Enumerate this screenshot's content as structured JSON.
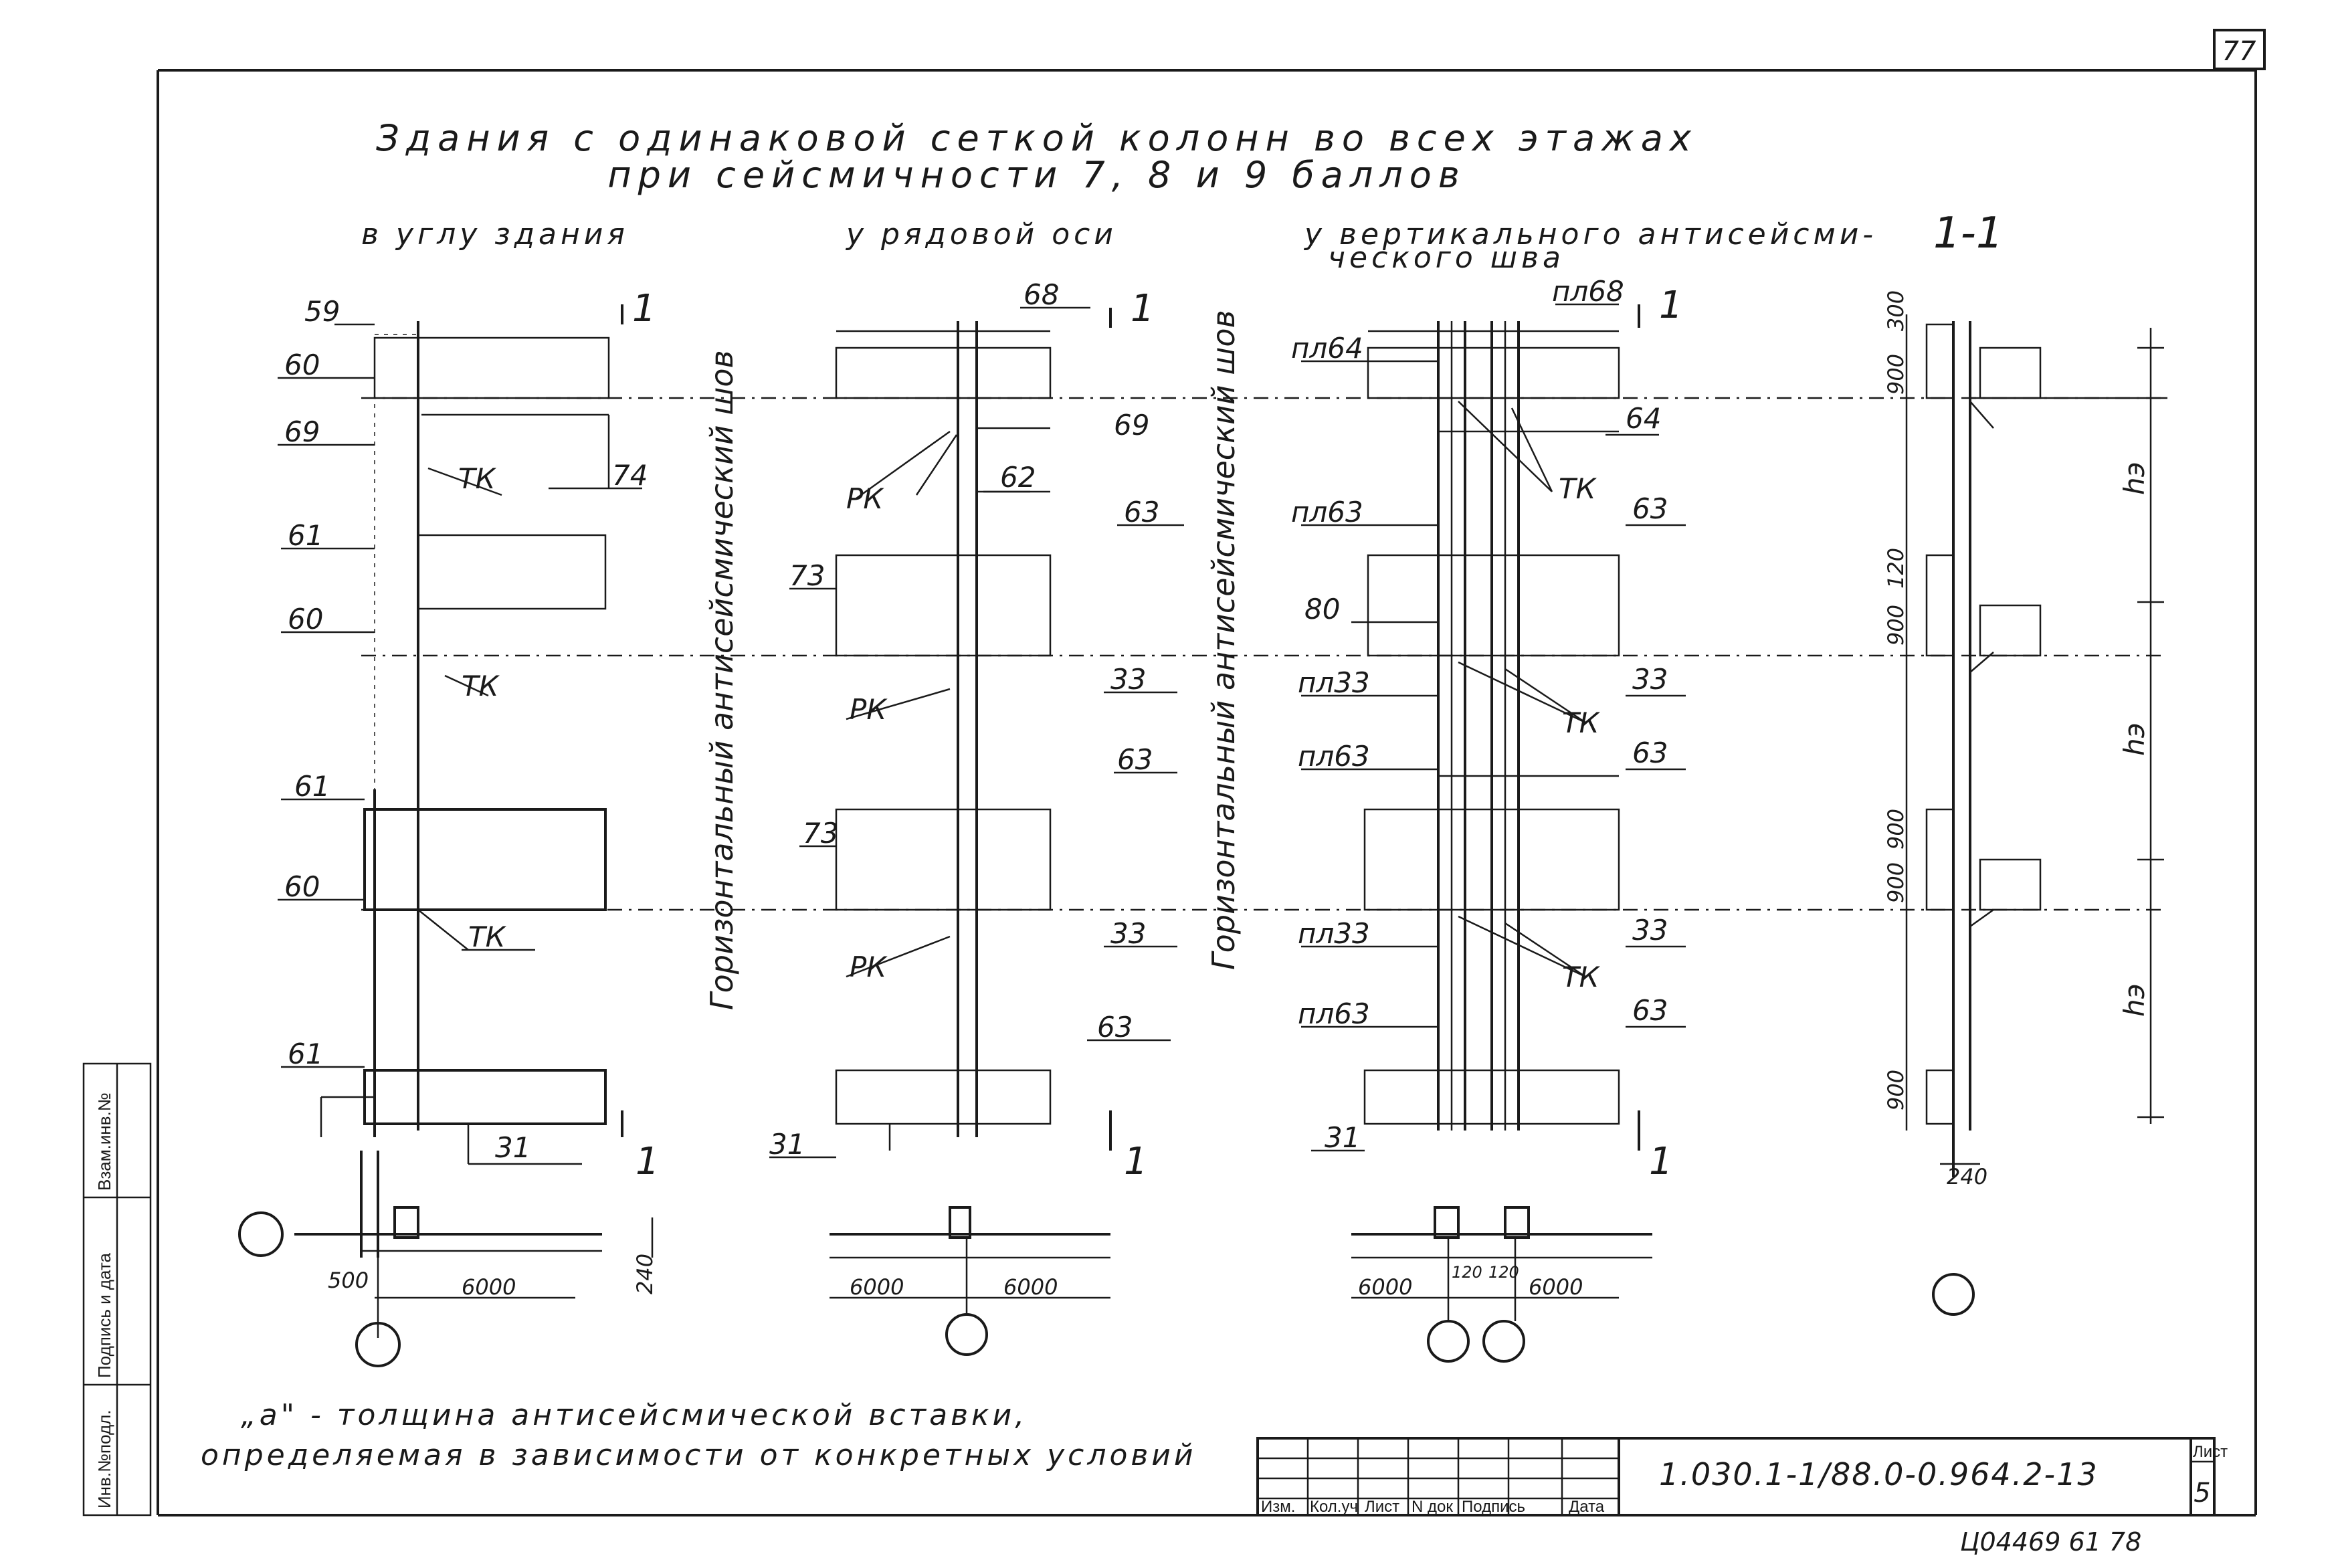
{
  "sheet": {
    "page_number": "77",
    "title_line1": "Здания с одинаковой сеткой колонн во всех этажах",
    "title_line2": "при сейсмичности 7, 8 и 9 баллов",
    "note_line1": "„а\" - толщина антисейсмической вставки,",
    "note_line2": "определяемая в зависимости от конкретных условий",
    "bottom_stamp": "Ц04469 61 78"
  },
  "sections": {
    "corner": {
      "heading": "в углу здания"
    },
    "row": {
      "heading": "у рядовой оси"
    },
    "joint": {
      "heading_line1": "у вертикального антисейсми-",
      "heading_line2": "ческого шва"
    },
    "cut": {
      "heading": "1-1"
    }
  },
  "vertical_notes": {
    "left": "Горизонтальный антисейсмический шов",
    "right": "Горизонтальный антисейсмический шов"
  },
  "corner_labels": {
    "l59": "59",
    "l60a": "60",
    "l69": "69",
    "tk1": "ТК",
    "l74": "74",
    "l61a": "61",
    "l60b": "60",
    "tk2": "ТК",
    "l61b": "61",
    "l60c": "60",
    "tk3": "ТК",
    "l61c": "61",
    "l31": "31",
    "sec_top": "1",
    "sec_bot": "1",
    "d500": "500",
    "d6000": "6000",
    "d240": "240"
  },
  "row_labels": {
    "l68": "68",
    "sec_top": "1",
    "l69": "69",
    "rk1": "РК",
    "l62": "62",
    "l63a": "63",
    "l73a": "73",
    "rk2": "РК",
    "l33a": "33",
    "l63b": "63",
    "l73b": "73",
    "rk3": "РК",
    "l33b": "33",
    "l63c": "63",
    "l31": "31",
    "sec_bot": "1",
    "d6000a": "6000",
    "d6000b": "6000"
  },
  "joint_labels": {
    "pl68": "пл68",
    "sec_top": "1",
    "pl64": "пл64",
    "l64": "64",
    "tk1": "ТК",
    "pl63a": "пл63",
    "l63a": "63",
    "l80": "80",
    "pl33a": "пл33",
    "l33a": "33",
    "tk2": "ТК",
    "pl63b": "пл63",
    "l63b": "63",
    "pl33b": "пл33",
    "l33b": "33",
    "tk3": "ТК",
    "pl63c": "пл63",
    "l63c": "63",
    "l31": "31",
    "sec_bot": "1",
    "d6000a": "6000",
    "d6000b": "6000",
    "d120a": "120",
    "d120b": "120"
  },
  "cut_labels": {
    "d300": "300",
    "d900a": "900",
    "h1": "hэ",
    "d120": "120",
    "d900b": "900",
    "h2": "hэ",
    "d900c": "900",
    "d900d": "900",
    "h3": "hэ",
    "d900e": "900",
    "d240": "240"
  },
  "stamp": {
    "code": "1.030.1-1/88.0-0.964.2-13",
    "sheet_label": "Лист",
    "sheet_no": "5",
    "cols": [
      "Изм.",
      "Кол.уч",
      "Лист",
      "N док",
      "Подпись",
      "Дата"
    ]
  },
  "side_stamp": {
    "c1": "Инв.№подл.",
    "c2": "Подпись и дата",
    "c3": "Взам.инв.№"
  }
}
